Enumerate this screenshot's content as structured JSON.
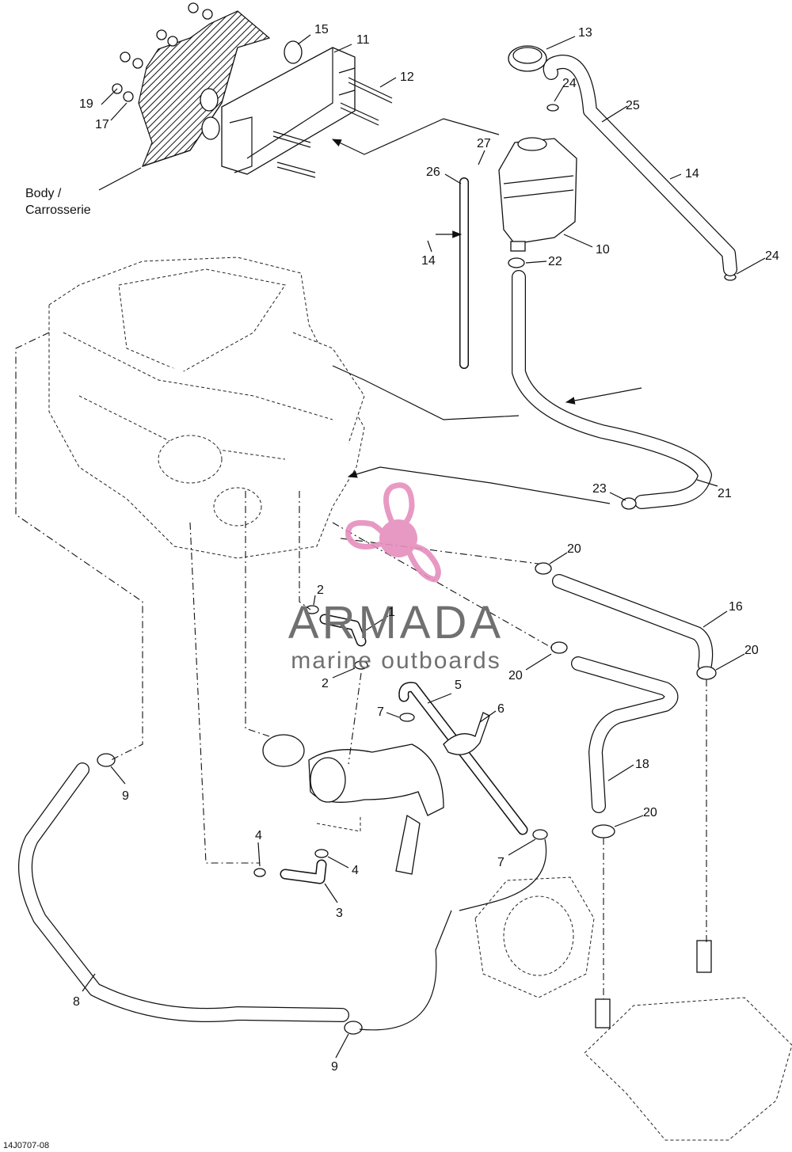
{
  "body_label": {
    "line1": "Body /",
    "line2": "Carrosserie"
  },
  "drawing_code": "14J0707-08",
  "watermark": {
    "brand": "ARMADA",
    "tagline": "marine outboards",
    "color": "#e58fbd"
  },
  "callouts": {
    "c1": "1",
    "c2a": "2",
    "c2b": "2",
    "c3": "3",
    "c4a": "4",
    "c4b": "4",
    "c5": "5",
    "c6": "6",
    "c7a": "7",
    "c7b": "7",
    "c8": "8",
    "c9a": "9",
    "c9b": "9",
    "c10": "10",
    "c11": "11",
    "c12": "12",
    "c13": "13",
    "c14a": "14",
    "c14b": "14",
    "c15": "15",
    "c16": "16",
    "c17": "17",
    "c18": "18",
    "c19": "19",
    "c20a": "20",
    "c20b": "20",
    "c20c": "20",
    "c20d": "20",
    "c21": "21",
    "c22": "22",
    "c23": "23",
    "c24a": "24",
    "c24b": "24",
    "c25": "25",
    "c26": "26",
    "c27": "27"
  },
  "icons": [
    "propeller-logo-icon",
    "hose-clamp-icon",
    "expansion-tank-icon",
    "engine-block-icon",
    "ride-plate-icon"
  ]
}
